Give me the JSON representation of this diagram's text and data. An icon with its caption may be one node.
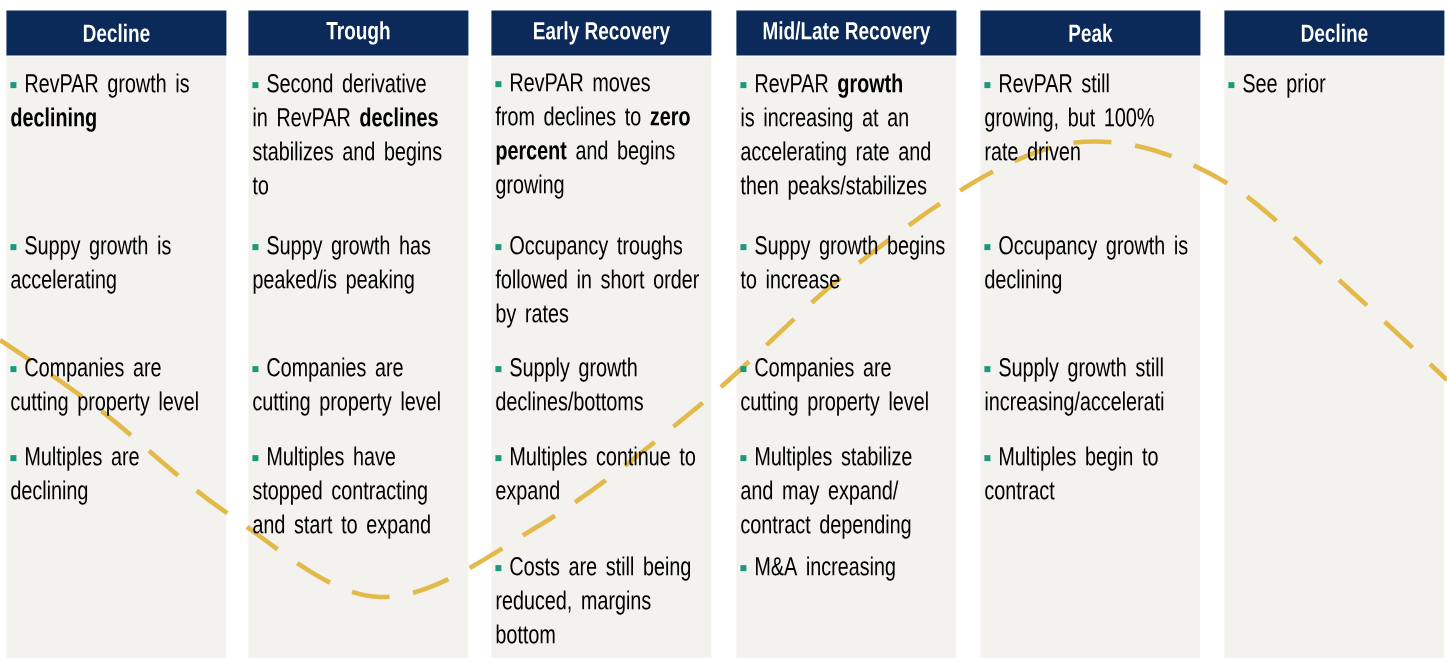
{
  "diagram": {
    "nodes": [
      {
        "text": [
          "Decline",
          "RevPAR growth is **declining**",
          "Suppy growth is accelerating",
          "Companies are cutting property level",
          "Multiples are declining"
        ]
      },
      {
        "text": [
          "Trough",
          "Second derivative in RevPAR **declines** stabilizes and begins to",
          "Suppy growth has peaked/is peaking",
          "Companies are cutting property level",
          "Multiples have stopped contracting and start to expand"
        ]
      },
      {
        "text": [
          "Early Recovery",
          "RevPAR moves from declines to **zero percent** and begins growing",
          "Occupancy troughs followed in short order by rates",
          "Supply growth declines/bottoms",
          "Multiples continue to expand",
          "Costs are still being reduced, margins bottom"
        ]
      },
      {
        "text": [
          "Mid/Late Recovery",
          "RevPAR **growth** is increasing at an accelerating rate and then peaks/stabilizes",
          "Suppy growth begins to increase",
          "Companies are cutting property level",
          "Multiples stabilize and may expand/ contract depending",
          "M&A increasing"
        ]
      },
      {
        "text": [
          "Peak",
          "RevPAR still growing, but 100% rate driven",
          "Occupancy growth is declining",
          "Supply growth still increasing/accelerati",
          "Multiples begin to contract"
        ]
      },
      {
        "text": [
          "Decline",
          "See prior"
        ]
      }
    ]
  }
}
